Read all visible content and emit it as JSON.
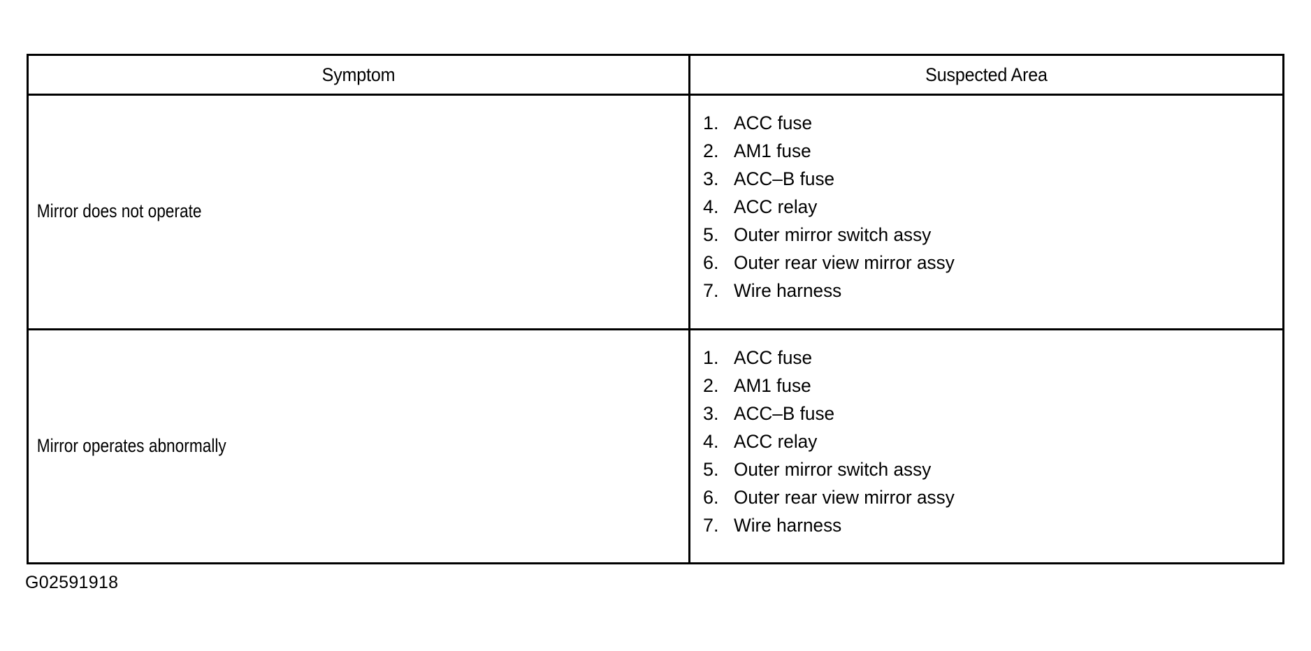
{
  "document": {
    "figure_id": "G02591918"
  },
  "table": {
    "headers": {
      "symptom": "Symptom",
      "suspected_area": "Suspected Area"
    },
    "rows": [
      {
        "symptom": "Mirror does not operate",
        "suspected_area": [
          {
            "num": "1.",
            "text": "ACC fuse"
          },
          {
            "num": "2.",
            "text": "AM1 fuse"
          },
          {
            "num": "3.",
            "text": "ACC–B fuse"
          },
          {
            "num": "4.",
            "text": "ACC relay"
          },
          {
            "num": "5.",
            "text": "Outer mirror switch assy"
          },
          {
            "num": "6.",
            "text": "Outer rear view mirror assy"
          },
          {
            "num": "7.",
            "text": "Wire harness"
          }
        ]
      },
      {
        "symptom": "Mirror operates abnormally",
        "suspected_area": [
          {
            "num": "1.",
            "text": "ACC fuse"
          },
          {
            "num": "2.",
            "text": "AM1 fuse"
          },
          {
            "num": "3.",
            "text": "ACC–B fuse"
          },
          {
            "num": "4.",
            "text": "ACC relay"
          },
          {
            "num": "5.",
            "text": "Outer mirror switch assy"
          },
          {
            "num": "6.",
            "text": "Outer rear view mirror assy"
          },
          {
            "num": "7.",
            "text": "Wire harness"
          }
        ]
      }
    ]
  },
  "colors": {
    "ink": "#000000",
    "paper": "#ffffff"
  }
}
